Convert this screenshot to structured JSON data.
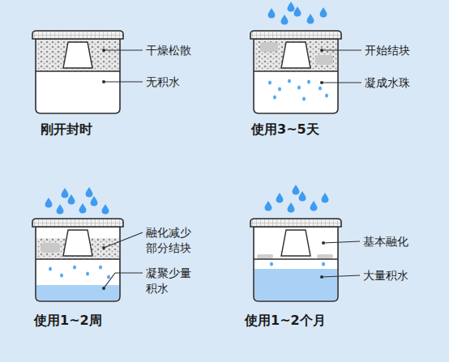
{
  "diagram": {
    "labels": [
      "干燥松散",
      "无积水",
      "刚开封时",
      "开始结块",
      "凝成水珠",
      "使用3~5天",
      "融化减少 部分结块",
      "凝聚少量 积水",
      "使用1~2周",
      "基本融化",
      "大量积水",
      "使用1~2个月"
    ]
  }
}
